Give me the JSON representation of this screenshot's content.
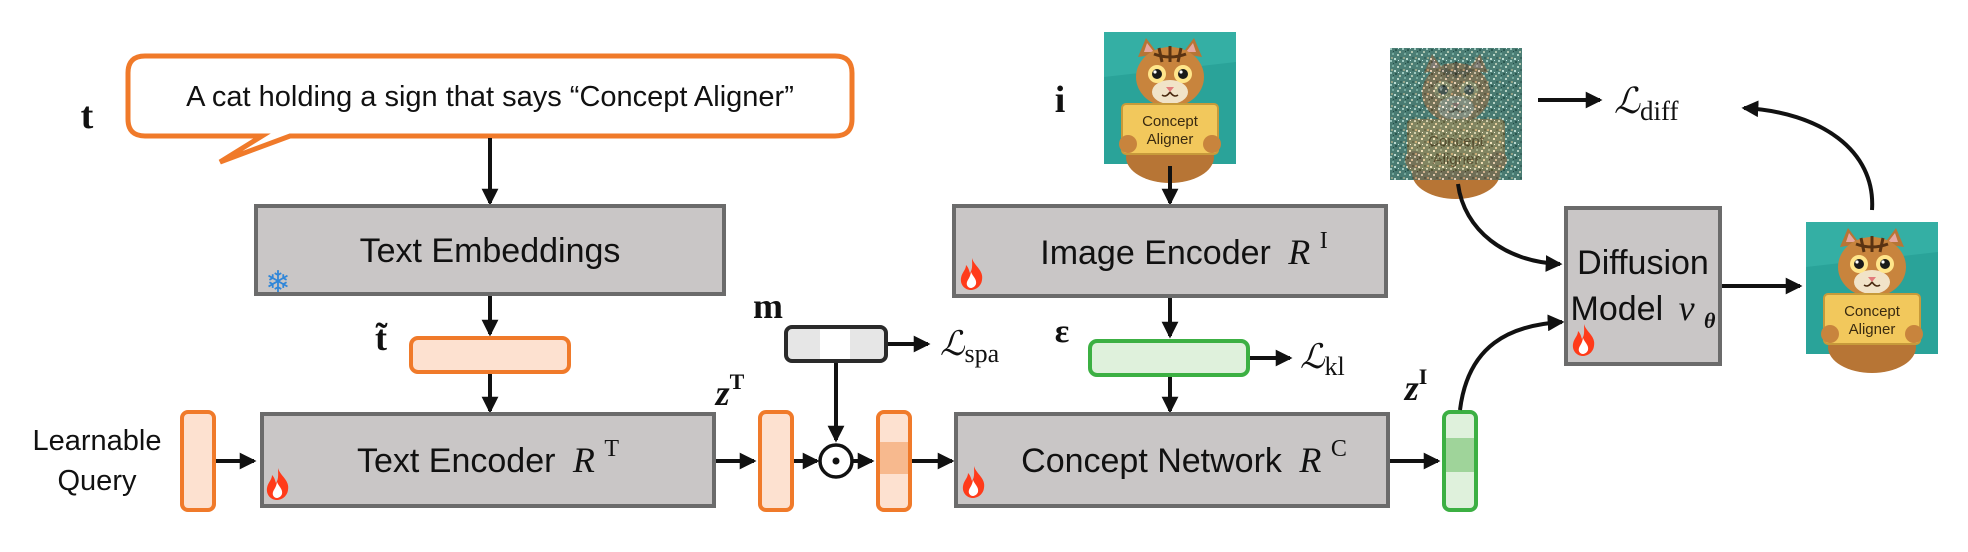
{
  "text_prompt": "A cat holding a sign that says “Concept Aligner”",
  "cat_sign_line1": "Concept",
  "cat_sign_line2": "Aligner",
  "symbols": {
    "t": "t",
    "t_tilde": "t̃",
    "i": "i",
    "m": "m",
    "epsilon": "ε",
    "zT_base": "z",
    "zT_sup": "T",
    "zI_base": "z",
    "zI_sup": "I",
    "loss_base": "ℒ",
    "spa": "spa",
    "kl": "kl",
    "diff": "diff",
    "odot": "⊙"
  },
  "boxes": {
    "text_embeddings": "Text Embeddings",
    "text_encoder": "Text Encoder",
    "text_encoder_sym": "R",
    "text_encoder_sup": "T",
    "image_encoder": "Image Encoder",
    "image_encoder_sym": "R",
    "image_encoder_sup": "I",
    "concept_network": "Concept Network",
    "concept_network_sym": "R",
    "concept_network_sup": "C",
    "diffusion_line1": "Diffusion",
    "diffusion_line2": "Model",
    "diffusion_sym": "v",
    "diffusion_sub": "θ"
  },
  "learnable_query": {
    "line1": "Learnable",
    "line2": "Query"
  },
  "colors": {
    "orange": "#f07a2a",
    "orange_fill": "#fde1d0",
    "green": "#3cb043",
    "green_fill": "#dff1dc",
    "box_gray": "#c9c6c6",
    "flame": "#ff3b1a",
    "snow": "#2f86d9"
  },
  "icons": [
    "flame-icon",
    "snowflake-icon"
  ]
}
